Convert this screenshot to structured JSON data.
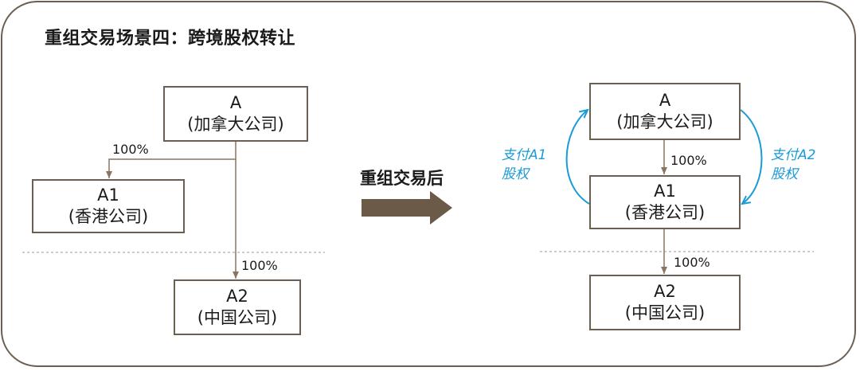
{
  "title": "重组交易场景四：跨境股权转让",
  "left": {
    "box_a": {
      "code": "A",
      "desc": "(加拿大公司)"
    },
    "box_a1": {
      "code": "A1",
      "desc": "(香港公司)"
    },
    "box_a2": {
      "code": "A2",
      "desc": "(中国公司)"
    },
    "pct_a_a1": "100%",
    "pct_a_a2": "100%"
  },
  "center": {
    "label": "重组交易后"
  },
  "right": {
    "box_a": {
      "code": "A",
      "desc": "(加拿大公司)"
    },
    "box_a1": {
      "code": "A1",
      "desc": "(香港公司)"
    },
    "box_a2": {
      "code": "A2",
      "desc": "(中国公司)"
    },
    "pct_a_a1": "100%",
    "pct_a1_a2": "100%",
    "note_left": {
      "line1": "支付A1",
      "line2": "股权"
    },
    "note_right": {
      "line1": "支付A2",
      "line2": "股权"
    }
  },
  "colors": {
    "border": "#6b5f52",
    "arrow": "#8b7560",
    "note": "#1a9ad6",
    "dotted": "#9a9a9a"
  }
}
